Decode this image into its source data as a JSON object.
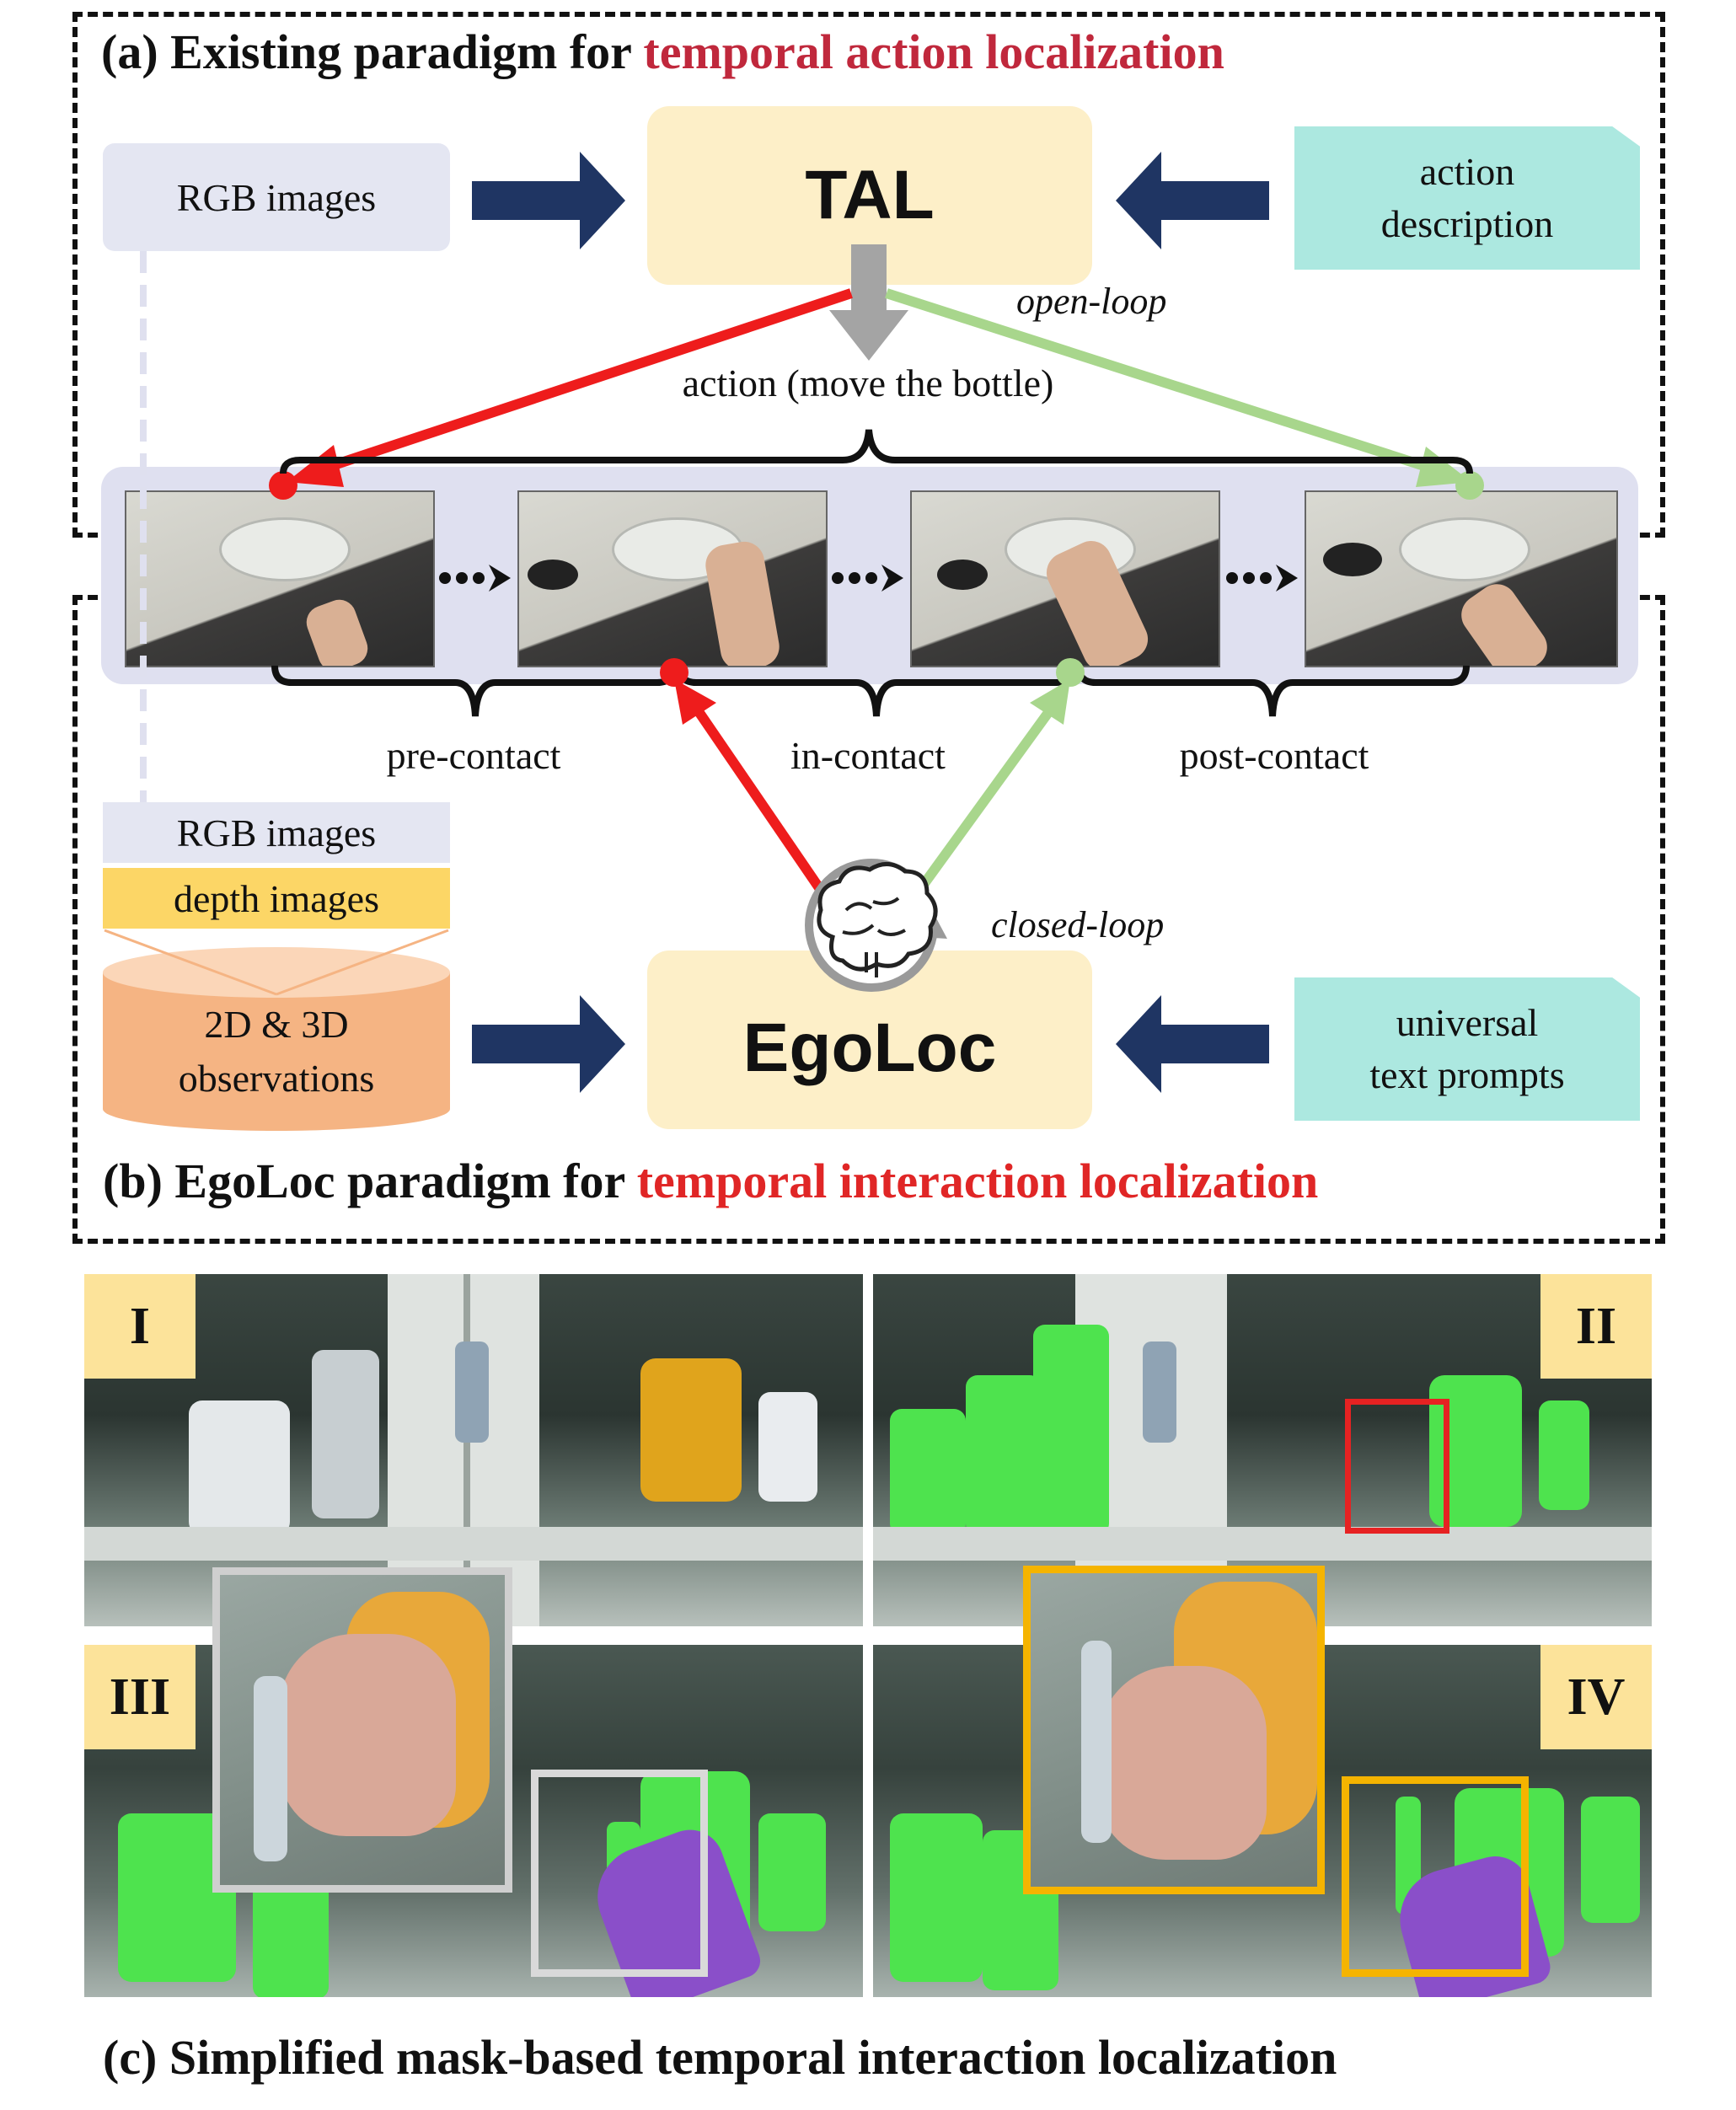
{
  "panel_a": {
    "title_prefix": "(a) Existing paradigm for ",
    "title_highlight": "temporal action localization",
    "rgb_label": "RGB images",
    "tal_label": "TAL",
    "action_desc_line1": "action",
    "action_desc_line2": "description",
    "open_loop": "open-loop",
    "action_caption": "action (move the bottle)"
  },
  "panel_b": {
    "title_prefix": "(b) EgoLoc paradigm for ",
    "title_highlight": "temporal interaction localization",
    "pre_contact": "pre-contact",
    "in_contact": "in-contact",
    "post_contact": "post-contact",
    "rgb_label": "RGB images",
    "depth_label": "depth images",
    "obs_line1": "2D & 3D",
    "obs_line2": "observations",
    "egoloc_label": "EgoLoc",
    "closed_loop": "closed-loop",
    "prompt_line1": "universal",
    "prompt_line2": "text prompts"
  },
  "panel_c": {
    "labels": [
      "I",
      "II",
      "III",
      "IV"
    ],
    "caption": "(c) Simplified mask-based temporal interaction localization"
  },
  "colors": {
    "highlight_red": "#d42b2b",
    "arrow_navy": "#1f3563",
    "arrow_red": "#ee1c1c",
    "arrow_green": "#a8d68c",
    "box_rgb": "#e4e6f2",
    "box_tal": "#fdefc8",
    "box_desc": "#ace8e0",
    "box_depth": "#fcd666",
    "box_obs": "#f5b483",
    "mask_green": "#4ee34e",
    "mask_purple": "#8a4fc9"
  }
}
